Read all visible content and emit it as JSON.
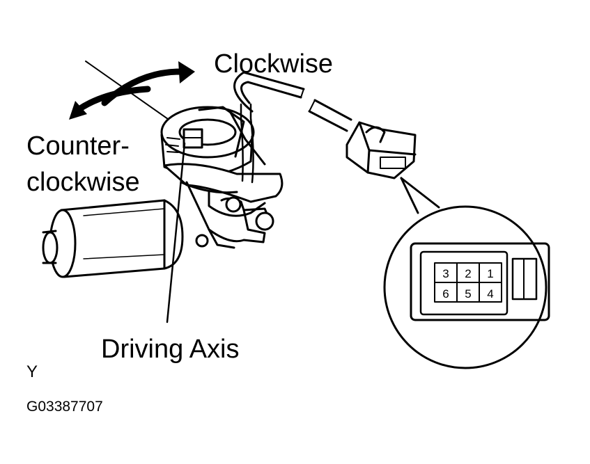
{
  "labels": {
    "clockwise": "Clockwise",
    "counter_line1": "Counter-",
    "counter_line2": "clockwise",
    "driving_axis": "Driving Axis",
    "corner_letter": "Y",
    "figure_code": "G03387707"
  },
  "connector": {
    "pins_top": [
      "3",
      "2",
      "1"
    ],
    "pins_bottom": [
      "6",
      "5",
      "4"
    ]
  }
}
